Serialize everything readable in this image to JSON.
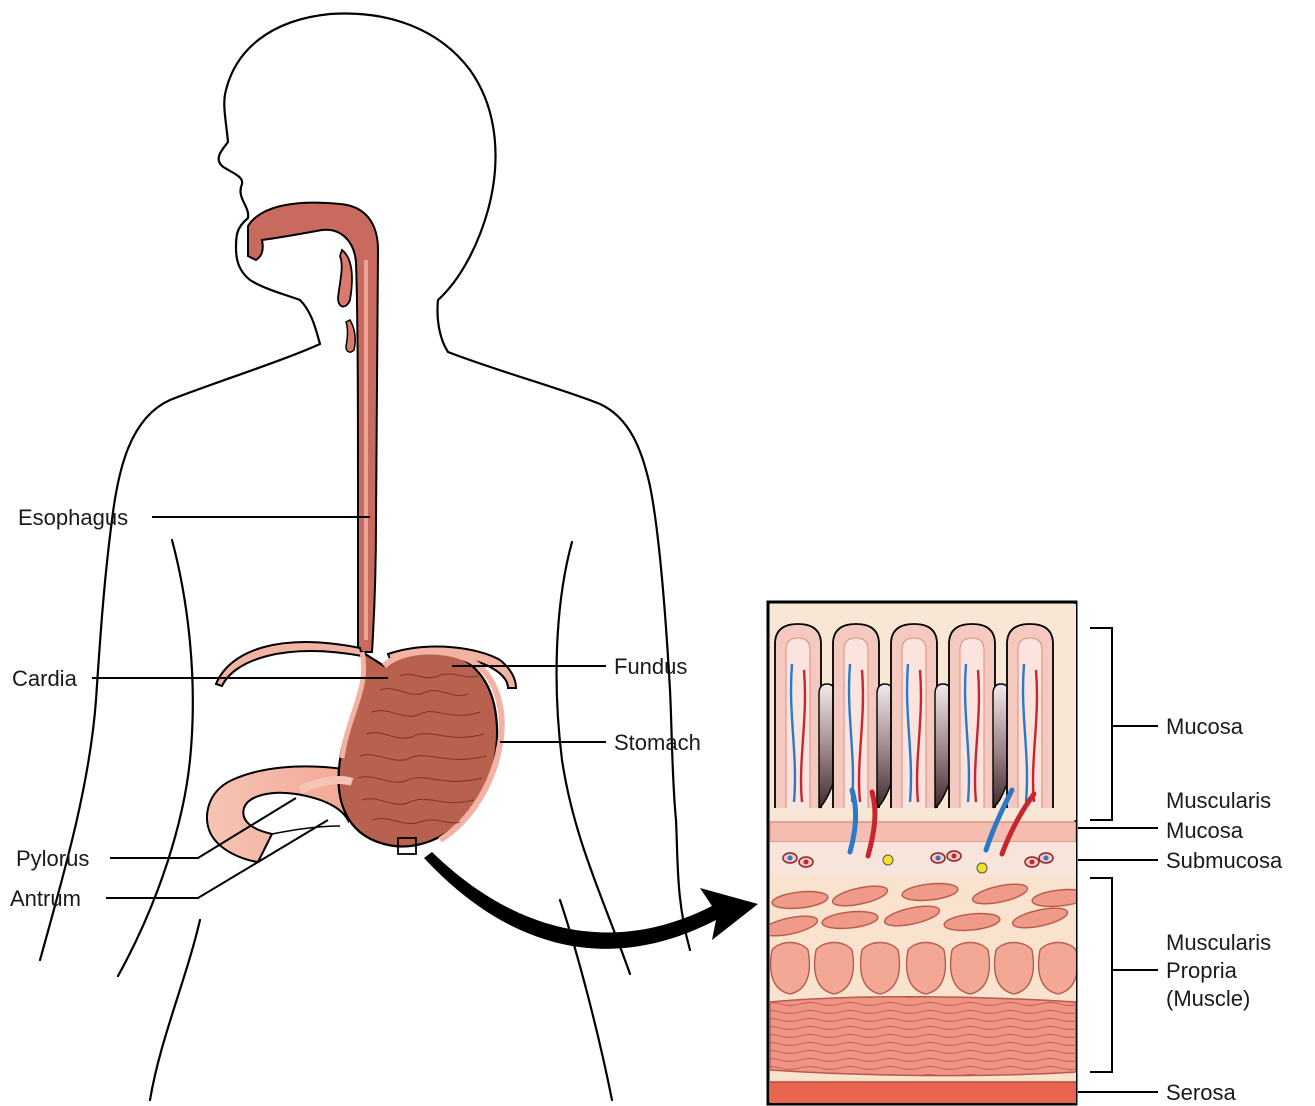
{
  "labels": {
    "esophagus": "Esophagus",
    "cardia": "Cardia",
    "pylorus": "Pylorus",
    "antrum": "Antrum",
    "fundus": "Fundus",
    "stomach": "Stomach",
    "mucosa": "Mucosa",
    "muscularis_mucosa_line1": "Muscularis",
    "muscularis_mucosa_line2": "Mucosa",
    "submucosa": "Submucosa",
    "muscularis_propria_line1": "Muscularis",
    "muscularis_propria_line2": "Propria",
    "muscularis_propria_line3": "(Muscle)",
    "serosa": "Serosa"
  },
  "colors": {
    "esophagus": "#c96a5e",
    "stomach_interior": "#b9614f",
    "stomach_outer": "#f2b3a2",
    "mucosa_fill": "#f4c9c0",
    "submucosa_fill": "#f7e2cf",
    "muscle_fill": "#f09a8a",
    "serosa_fill": "#e8664f",
    "vein": "#2a7ac9",
    "artery": "#c8252f",
    "arrow": "#000000"
  }
}
